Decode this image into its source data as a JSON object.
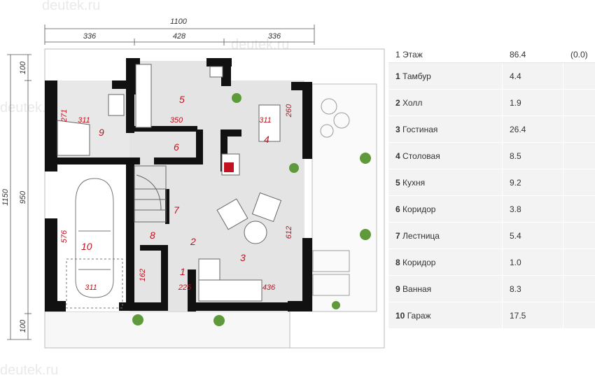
{
  "watermark": "deutek.ru",
  "dimensions": {
    "overall_width": "1100",
    "segment_left": "336",
    "segment_middle": "428",
    "segment_right": "336",
    "overall_height": "1150",
    "top_margin": "100",
    "body_height": "950",
    "bottom_margin": "100"
  },
  "rooms": [
    {
      "num": "1",
      "name": "Тамбур",
      "area": "4.4"
    },
    {
      "num": "2",
      "name": "Холл",
      "area": "1.9"
    },
    {
      "num": "3",
      "name": "Гостиная",
      "area": "26.4"
    },
    {
      "num": "4",
      "name": "Столовая",
      "area": "8.5"
    },
    {
      "num": "5",
      "name": "Кухня",
      "area": "9.2"
    },
    {
      "num": "6",
      "name": "Коридор",
      "area": "3.8"
    },
    {
      "num": "7",
      "name": "Лестница",
      "area": "5.4"
    },
    {
      "num": "8",
      "name": "Коридор",
      "area": "1.0"
    },
    {
      "num": "9",
      "name": "Ванная",
      "area": "8.3"
    },
    {
      "num": "10",
      "name": "Гараж",
      "area": "17.5"
    }
  ],
  "room_dims": [
    "271",
    "311",
    "350",
    "311",
    "260",
    "576",
    "311",
    "162",
    "225",
    "436",
    "612"
  ],
  "floor": {
    "num": "1",
    "name": "Этаж",
    "area": "86.4",
    "extra": "(0.0)"
  },
  "colors": {
    "wall": "#111111",
    "floor": "#e4e4e4",
    "label": "#c1121f"
  }
}
